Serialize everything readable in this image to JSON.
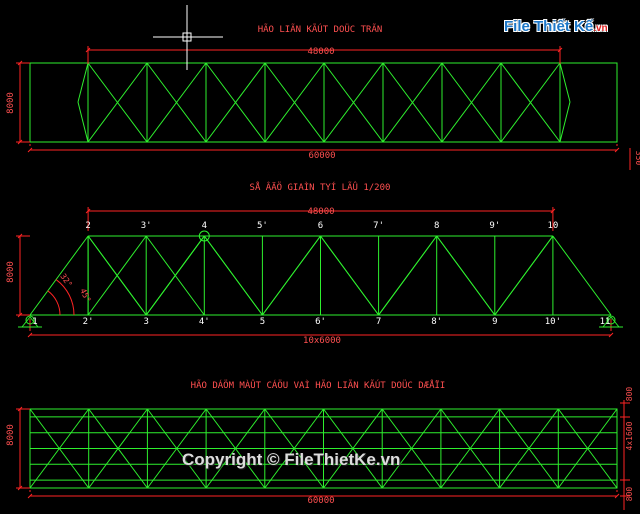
{
  "colors": {
    "truss": "#2ef02e",
    "dimension": "#ff2424",
    "label_text": "#ffffff",
    "title_text": "#ff5050",
    "cursor": "#ffffff",
    "watermark_blue": "#1e78c8",
    "watermark_red": "#e02020"
  },
  "drawing_1": {
    "title": "HÃO LIÃN KÃÚT DOÜC TRÃN",
    "dim_top": "48000",
    "dim_left": "8000",
    "dim_bottom": "60000",
    "dim_right": "350"
  },
  "drawing_2": {
    "title": "SÅ ÂÄÖ GIAÌN TYÍ LÃÛ 1/200",
    "dim_top": "48000",
    "dim_left": "8000",
    "dim_bottom": "10x6000",
    "angle_1": "32°",
    "angle_2": "45°",
    "top_nodes": [
      "2",
      "3'",
      "4",
      "5'",
      "6",
      "7'",
      "8",
      "9'",
      "10"
    ],
    "bottom_nodes": [
      "1",
      "2'",
      "3",
      "4'",
      "5",
      "6'",
      "7",
      "8'",
      "9",
      "10'",
      "11"
    ]
  },
  "drawing_3": {
    "title": "HÃO DÁÖM MÀÛT CÁÖU VAÌ HÃO LIÃN KÃÚT DOÜC DÆÅÏI",
    "dim_left": "8000",
    "dim_bottom": "60000",
    "dim_right_top": "800",
    "dim_right_mid": "4x1600",
    "dim_right_bottom": "800"
  },
  "watermark": {
    "logo_main": "File Thiết Kế",
    "logo_suffix": ".vn",
    "copyright": "Copyright © FileThietKe.vn"
  }
}
